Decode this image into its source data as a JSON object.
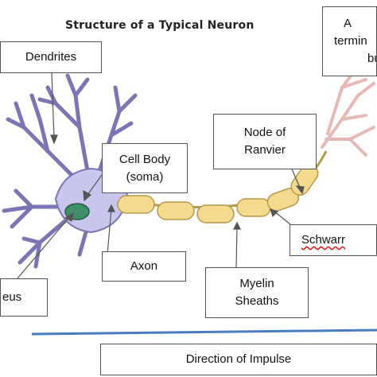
{
  "title": "Structure of a Typical Neuron",
  "colors": {
    "cell_body_fill": "#c9c6ee",
    "cell_body_stroke": "#7b76b3",
    "nucleus_fill": "#3f8f6a",
    "myelin_fill": "#f4d98e",
    "myelin_stroke": "#b39a4a",
    "axon_terminal": "#e8b9b4",
    "impulse_line": "#4a7cc0"
  },
  "labels": {
    "dendrites": "Dendrites",
    "cell_body_line1": "Cell Body",
    "cell_body_line2": "(soma)",
    "node_of_ranvier_line1": "Node of",
    "node_of_ranvier_line2": "Ranvier",
    "axon": "Axon",
    "nucleus": "eus",
    "myelin_line1": "Myelin",
    "myelin_line2": "Sheaths",
    "schwann": "Schwarr",
    "terminal_line1": "A",
    "terminal_line2": "termin",
    "terminal_line3": "bu",
    "direction": "Direction of Impulse"
  }
}
